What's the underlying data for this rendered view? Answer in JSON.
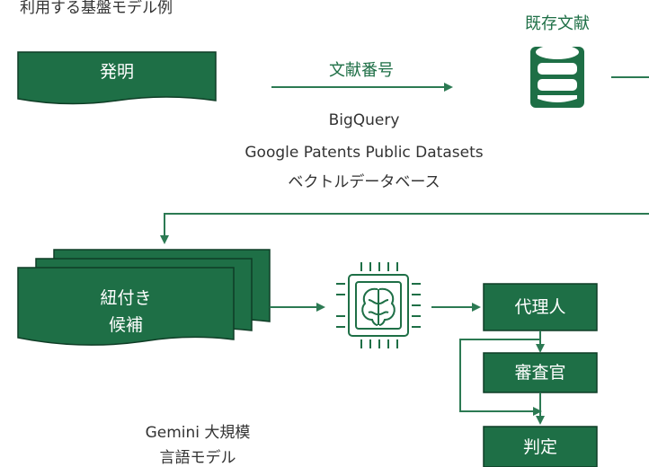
{
  "title": "利用する基盤モデル例",
  "nodes": {
    "invention": "発明",
    "existing_docs": "既存文献",
    "candidates_line1": "紐付き",
    "candidates_line2": "候補",
    "agent": "代理人",
    "examiner": "審査官",
    "judgment": "判定"
  },
  "edges": {
    "doc_number": "文献番号"
  },
  "captions": {
    "database_line1": "BigQuery",
    "database_line2": "Google Patents Public Datasets",
    "database_line3": "ベクトルデータベース",
    "model_line1": "Gemini 大規模",
    "model_line2": "言語モデル"
  },
  "icons": {
    "database": "database-icon",
    "ai_chip": "ai-brain-chip-icon"
  },
  "colors": {
    "primary_green": "#1e6f46",
    "node_border": "#0f3d26",
    "text_dark": "#333333",
    "connector": "#2c7a53"
  }
}
